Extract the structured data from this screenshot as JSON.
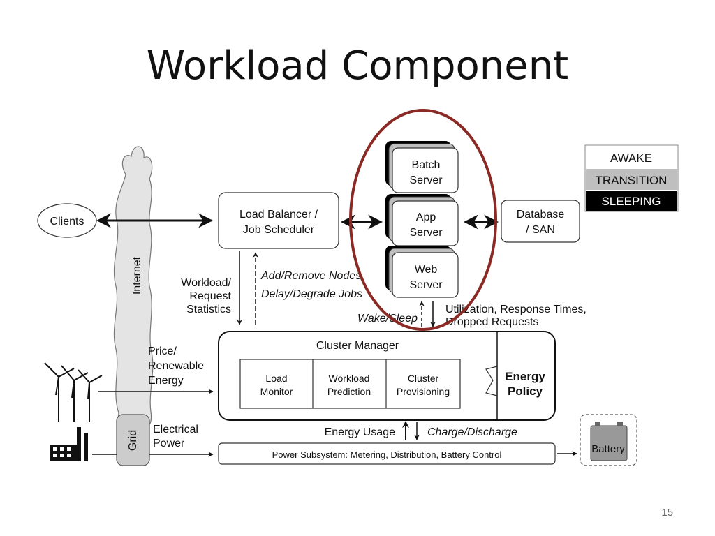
{
  "title": "Workload Component",
  "page_number": "15",
  "legend": {
    "items": [
      {
        "label": "AWAKE",
        "bg": "#ffffff",
        "fg": "#000000"
      },
      {
        "label": "TRANSITION",
        "bg": "#bfbfbf",
        "fg": "#000000"
      },
      {
        "label": "SLEEPING",
        "bg": "#000000",
        "fg": "#ffffff"
      }
    ]
  },
  "nodes": {
    "clients": "Clients",
    "internet": "Internet",
    "load_balancer": [
      "Load Balancer /",
      "Job Scheduler"
    ],
    "batch_server": [
      "Batch",
      "Server"
    ],
    "app_server": [
      "App",
      "Server"
    ],
    "web_server": [
      "Web",
      "Server"
    ],
    "database": [
      "Database",
      "/ SAN"
    ],
    "cluster_manager": "Cluster Manager",
    "load_monitor": [
      "Load",
      "Monitor"
    ],
    "workload_prediction": [
      "Workload",
      "Prediction"
    ],
    "cluster_provisioning": [
      "Cluster",
      "Provisioning"
    ],
    "energy_policy": [
      "Energy",
      "Policy"
    ],
    "grid": "Grid",
    "power_subsystem": "Power Subsystem: Metering, Distribution, Battery Control",
    "battery": "Battery"
  },
  "labels": {
    "workload_stats": [
      "Workload/",
      "Request",
      "Statistics"
    ],
    "add_remove": "Add/Remove Nodes",
    "delay_degrade": "Delay/Degrade Jobs",
    "wake_sleep": "Wake/Sleep",
    "utilization": [
      "Utilization, Response Times,",
      "Dropped Requests"
    ],
    "price": [
      "Price/",
      "Renewable",
      "Energy"
    ],
    "electrical": [
      "Electrical",
      "Power"
    ],
    "energy_usage": "Energy Usage",
    "charge_discharge": "Charge/Discharge"
  },
  "colors": {
    "highlight_ellipse": "#8b2a25",
    "cloud_fill": "#e4e4e4",
    "grid_fill": "#cccccc"
  }
}
